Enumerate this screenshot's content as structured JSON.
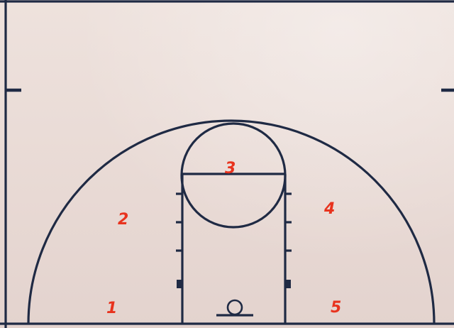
{
  "diagram": {
    "colors": {
      "court_line": "#1f2a44",
      "spot_label": "#e8331e",
      "paper": "#e9dbd6"
    },
    "positions": [
      {
        "id": "1",
        "label": "1"
      },
      {
        "id": "2",
        "label": "2"
      },
      {
        "id": "3",
        "label": "3"
      },
      {
        "id": "4",
        "label": "4"
      },
      {
        "id": "5",
        "label": "5"
      }
    ]
  }
}
